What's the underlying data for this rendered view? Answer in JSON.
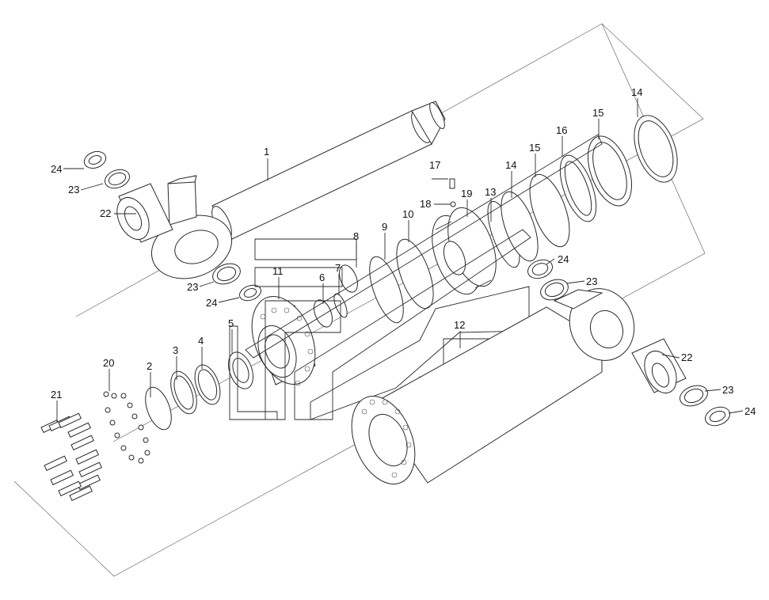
{
  "labels": [
    {
      "id": "c1",
      "text": "1"
    },
    {
      "id": "c2",
      "text": "2"
    },
    {
      "id": "c3",
      "text": "3"
    },
    {
      "id": "c4",
      "text": "4"
    },
    {
      "id": "c5",
      "text": "5"
    },
    {
      "id": "c6",
      "text": "6"
    },
    {
      "id": "c7",
      "text": "7"
    },
    {
      "id": "c8",
      "text": "8"
    },
    {
      "id": "c9",
      "text": "9"
    },
    {
      "id": "c10",
      "text": "10"
    },
    {
      "id": "c11",
      "text": "11"
    },
    {
      "id": "c12",
      "text": "12"
    },
    {
      "id": "c13",
      "text": "13"
    },
    {
      "id": "c14a",
      "text": "14"
    },
    {
      "id": "c14b",
      "text": "14"
    },
    {
      "id": "c15a",
      "text": "15"
    },
    {
      "id": "c15b",
      "text": "15"
    },
    {
      "id": "c16",
      "text": "16"
    },
    {
      "id": "c17",
      "text": "17"
    },
    {
      "id": "c18",
      "text": "18"
    },
    {
      "id": "c19",
      "text": "19"
    },
    {
      "id": "c20",
      "text": "20"
    },
    {
      "id": "c21",
      "text": "21"
    },
    {
      "id": "c22a",
      "text": "22"
    },
    {
      "id": "c22b",
      "text": "22"
    },
    {
      "id": "c23a",
      "text": "23"
    },
    {
      "id": "c23b",
      "text": "23"
    },
    {
      "id": "c23c",
      "text": "23"
    },
    {
      "id": "c23d",
      "text": "23"
    },
    {
      "id": "c24a",
      "text": "24"
    },
    {
      "id": "c24b",
      "text": "24"
    },
    {
      "id": "c24c",
      "text": "24"
    },
    {
      "id": "c24d",
      "text": "24"
    }
  ]
}
